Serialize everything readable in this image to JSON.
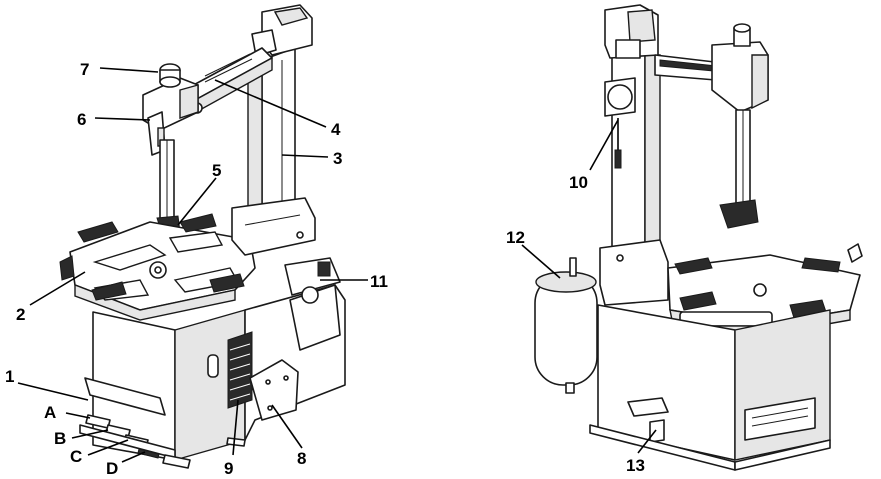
{
  "figure": {
    "title": "",
    "callouts": [
      {
        "id": "label-1",
        "text": "1"
      },
      {
        "id": "label-A",
        "text": "A"
      },
      {
        "id": "label-B",
        "text": "B"
      },
      {
        "id": "label-C",
        "text": "C"
      },
      {
        "id": "label-D",
        "text": "D"
      },
      {
        "id": "label-2",
        "text": "2"
      },
      {
        "id": "label-3",
        "text": "3"
      },
      {
        "id": "label-4",
        "text": "4"
      },
      {
        "id": "label-5",
        "text": "5"
      },
      {
        "id": "label-6",
        "text": "6"
      },
      {
        "id": "label-7",
        "text": "7"
      },
      {
        "id": "label-8",
        "text": "8"
      },
      {
        "id": "label-9",
        "text": "9"
      },
      {
        "id": "label-10",
        "text": "10"
      },
      {
        "id": "label-11",
        "text": "11"
      },
      {
        "id": "label-12",
        "text": "12"
      },
      {
        "id": "label-13",
        "text": "13"
      }
    ]
  }
}
